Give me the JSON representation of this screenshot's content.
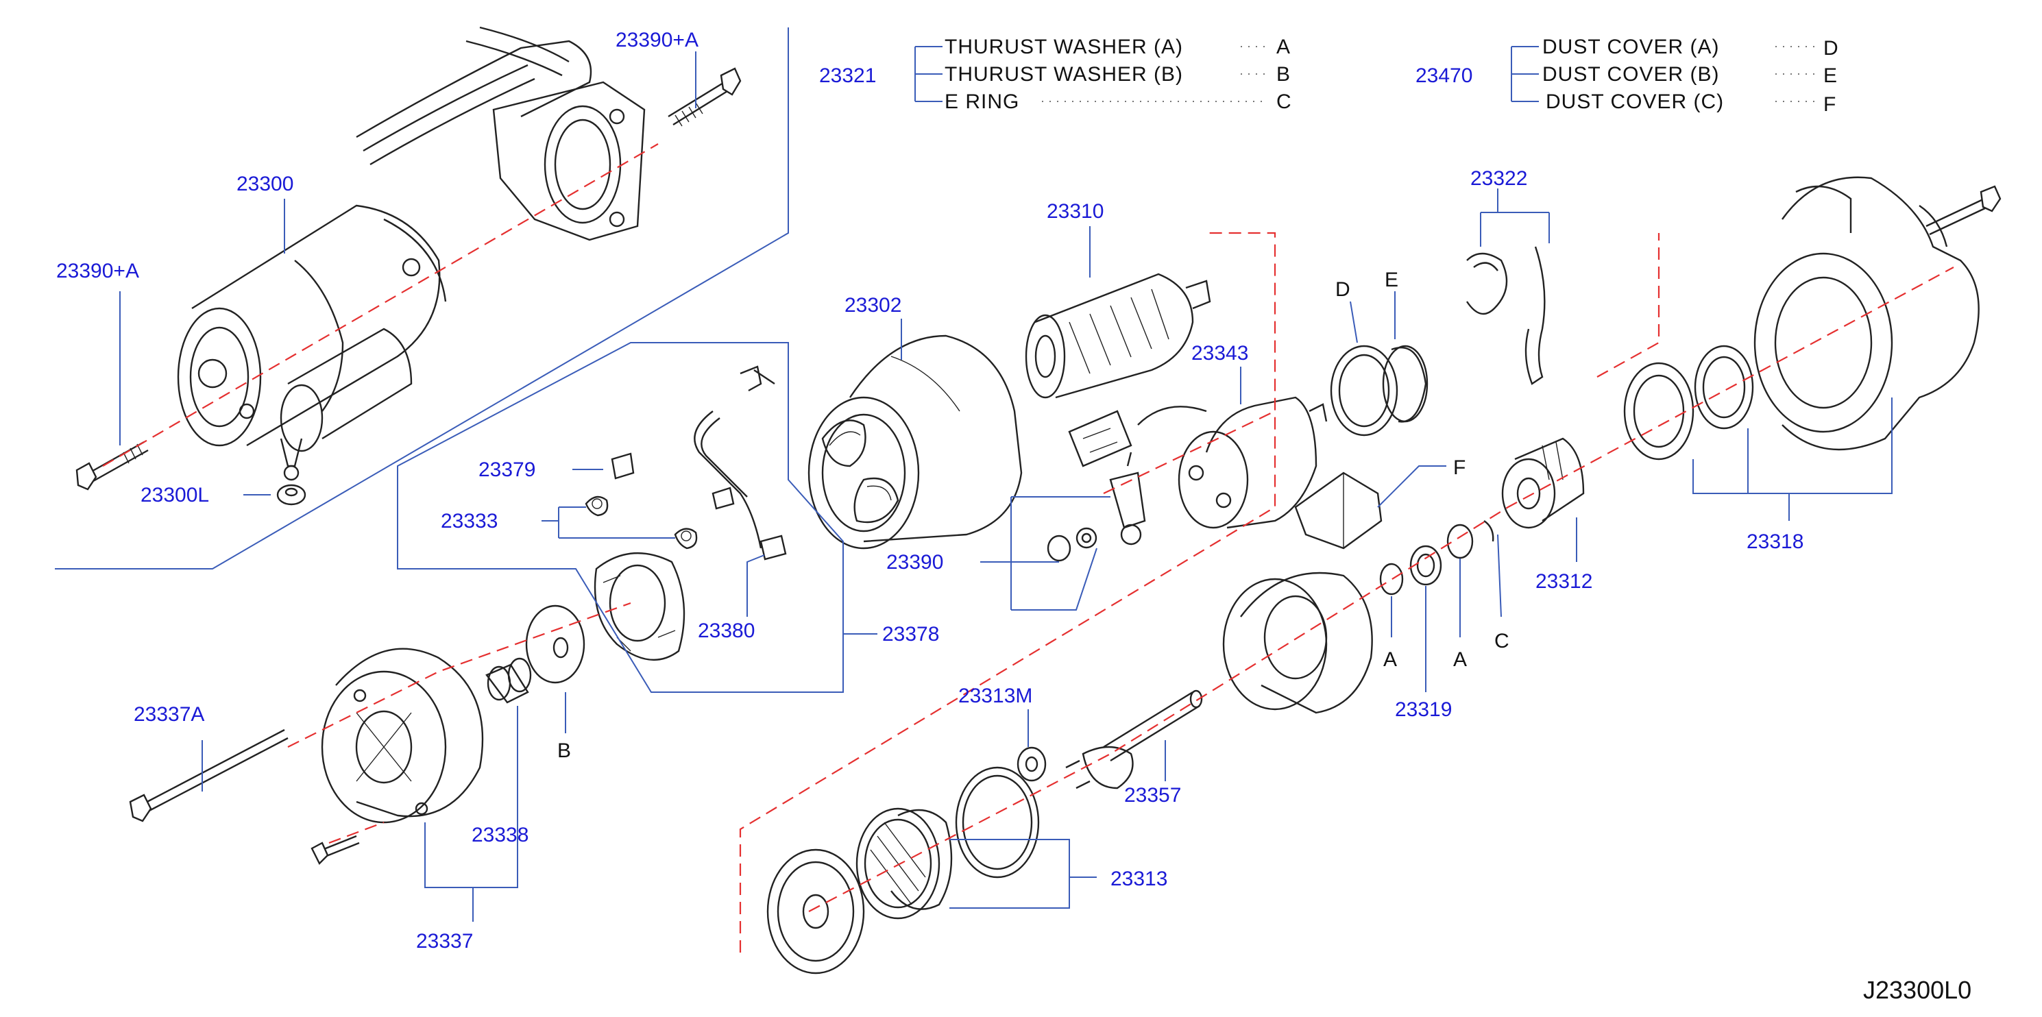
{
  "legends": {
    "washer_group": {
      "part_no": "23321",
      "items": [
        {
          "text": "THURUST   WASHER   (A)",
          "ref": "A"
        },
        {
          "text": "THURUST   WASHER   (B)",
          "ref": "B"
        },
        {
          "text": "E   RING",
          "ref": "C"
        }
      ]
    },
    "cover_group": {
      "part_no": "23470",
      "items": [
        {
          "text": "DUST   COVER   (A)",
          "ref": "D"
        },
        {
          "text": "DUST   COVER   (B)",
          "ref": "E"
        },
        {
          "text": "DUST   COVER   (C)",
          "ref": "F"
        }
      ]
    }
  },
  "parts": {
    "p23390A_top": "23390+A",
    "p23300": "23300",
    "p23390A_left": "23390+A",
    "p23300L": "23300L",
    "p23379": "23379",
    "p23333": "23333",
    "p23380": "23380",
    "p23378": "23378",
    "p23337A": "23337A",
    "pB_bottom": "B",
    "p23338": "23338",
    "p23337": "23337",
    "p23302": "23302",
    "p23310": "23310",
    "p23343": "23343",
    "p23390": "23390",
    "p23313M": "23313M",
    "p23357": "23357",
    "p23313": "23313",
    "pD": "D",
    "pE": "E",
    "pF": "F",
    "p23322": "23322",
    "pA1": "A",
    "pA2": "A",
    "pC": "C",
    "p23319": "23319",
    "p23312": "23312",
    "p23318": "23318"
  },
  "diagram_code": "J23300L0"
}
